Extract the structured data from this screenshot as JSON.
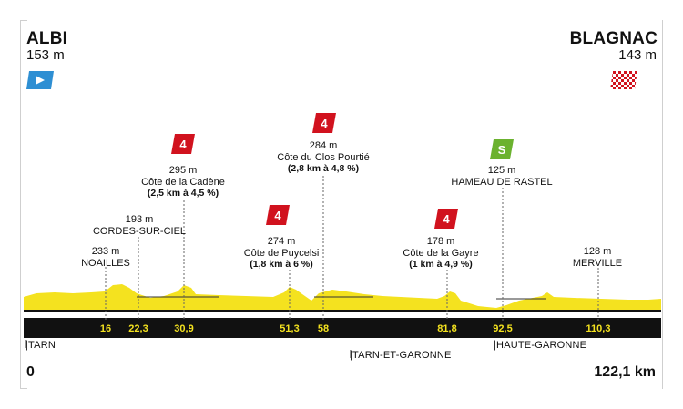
{
  "start": {
    "city": "ALBI",
    "altitude": "153 m"
  },
  "finish": {
    "city": "BLAGNAC",
    "altitude": "143 m"
  },
  "distance": {
    "start": "0",
    "end": "122,1 km"
  },
  "points": [
    {
      "id": "noailles",
      "lines": [
        "233 m",
        "NOAILLES"
      ],
      "km": "16"
    },
    {
      "id": "cordes",
      "lines": [
        "193 m",
        "CORDES-SUR-CIEL"
      ],
      "km": "22,3"
    },
    {
      "id": "cadene",
      "badge": "4",
      "lines": [
        "295 m",
        "Côte de la Cadène"
      ],
      "detail": "(2,5 km à 4,5 %)",
      "km": "30,9"
    },
    {
      "id": "puycelsi",
      "badge": "4",
      "lines": [
        "274 m",
        "Côte de Puycelsi"
      ],
      "detail": "(1,8 km à 6 %)",
      "km": "51,3"
    },
    {
      "id": "pourtie",
      "badge": "4",
      "lines": [
        "284 m",
        "Côte du Clos Pourtié"
      ],
      "detail": "(2,8 km à 4,8 %)",
      "km": "58"
    },
    {
      "id": "gayre",
      "badge": "4",
      "lines": [
        "178 m",
        "Côte de la Gayre"
      ],
      "detail": "(1 km à 4,9 %)",
      "km": "81,8"
    },
    {
      "id": "rastel",
      "badge": "S",
      "lines": [
        "125 m",
        "HAMEAU DE RASTEL"
      ],
      "km": "92,5"
    },
    {
      "id": "merville",
      "lines": [
        "128 m",
        "MERVILLE"
      ],
      "km": "110,3"
    }
  ],
  "regions": [
    "|TARN",
    "|TARN-ET-GARONNE",
    "|HAUTE-GARONNE"
  ],
  "colors": {
    "profile": "#f4e21f",
    "kom": "#d1121e",
    "sprint": "#6bb22f",
    "start_flag": "#2e8fd3",
    "road": "#111111"
  }
}
